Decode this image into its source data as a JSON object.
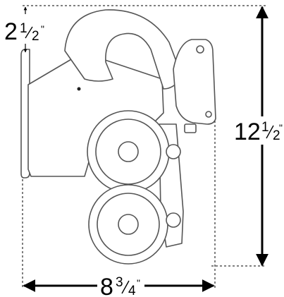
{
  "dimensions": {
    "top_offset": {
      "whole": "2",
      "num": "1",
      "den": "2",
      "unit": "\""
    },
    "height": {
      "whole": "12",
      "num": "1",
      "den": "2",
      "unit": "\""
    },
    "width": {
      "whole": "8",
      "num": "3",
      "den": "4",
      "unit": "\""
    }
  },
  "colors": {
    "line": "#000000",
    "device_stroke": "#555555",
    "device_fill": "#ffffff"
  }
}
